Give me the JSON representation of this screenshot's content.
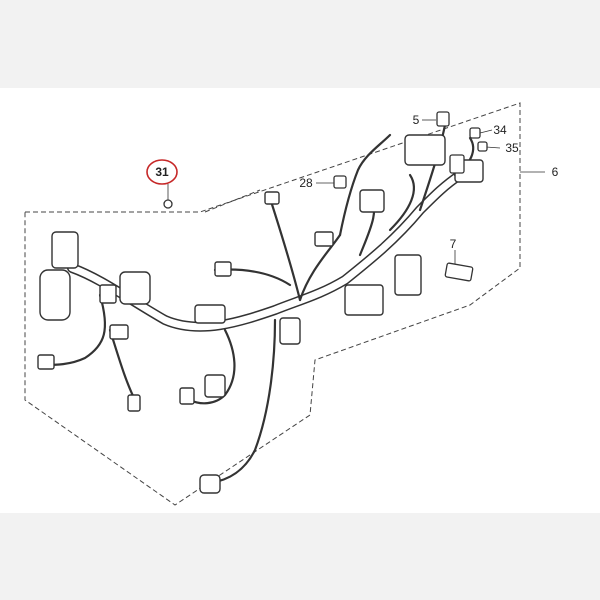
{
  "diagram": {
    "highlight_color": "#c62828",
    "line_color": "#333333",
    "background_color": "#ffffff",
    "page_color": "#f2f2f2",
    "parts": [
      {
        "id": "31",
        "label": "31",
        "highlighted": true
      },
      {
        "id": "28",
        "label": "28",
        "highlighted": false
      },
      {
        "id": "5",
        "label": "5",
        "highlighted": false
      },
      {
        "id": "34",
        "label": "34",
        "highlighted": false
      },
      {
        "id": "35",
        "label": "35",
        "highlighted": false
      },
      {
        "id": "6",
        "label": "6",
        "highlighted": false
      },
      {
        "id": "7",
        "label": "7",
        "highlighted": false
      }
    ]
  }
}
